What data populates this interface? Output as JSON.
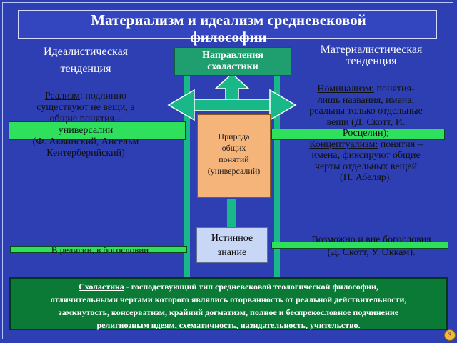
{
  "title": {
    "line1": "Материализм и идеализм средневековой",
    "line2": "философии"
  },
  "left_heading": {
    "line1": "Идеалистическая",
    "line2": "тенденция"
  },
  "right_heading": {
    "line1": "Материалистическая",
    "line2": "тенденция"
  },
  "directions_box": {
    "line1": "Направления",
    "line2": "схоластики"
  },
  "realism": {
    "term": "Реализм",
    "line1_rest": ": подлинно",
    "line2": "существуют не вещи, а",
    "line3": "общие понятия –",
    "line4": "универсалии",
    "line5": "(Ф. Аквинский, Ансельм",
    "line6": "Кентерберийский)"
  },
  "nominalism": {
    "term": "Номинализм:",
    "line1_rest": " понятия-",
    "line2": "лишь названия, имена;",
    "line3": "реальны только отдельные",
    "line4": "вещи (Д. Скотт, И.",
    "line5": "Росцелин);",
    "term2": "Концептуализм:",
    "line6_rest": " понятия –",
    "line7": "имена, фиксируют общие",
    "line8": "черты отдельных вещей",
    "line9": "(П. Абеляр)."
  },
  "center_box": {
    "line1": "Природа",
    "line2": "общих",
    "line3": "понятий",
    "line4": "(универсалий)"
  },
  "truth_box": {
    "line1": "Истинное",
    "line2": "знание"
  },
  "left_bottom_text": "В религии, в богословии",
  "right_bottom_text": {
    "line1": "Возможно и вне богословия",
    "line2": "(Д. Скотт, У. Оккам)."
  },
  "footer": {
    "term": "Схоластика",
    "line1_rest": " - господствующий тип средневековой теологической  философии,",
    "line2": "отличительными чертами которого являлись оторванность от реальной действительности,",
    "line3": "замкнутость, консерватизм, крайний догматизм, полное и беспрекословное подчинение",
    "line4": "религиозным идеям, схематичность, назидательность, учительство."
  },
  "page_number": "3",
  "colors": {
    "background": "#2e3fb3",
    "green": "#2ee05c",
    "teal": "#19b888",
    "orange": "#f5b57a",
    "footer": "#0a7a36"
  }
}
